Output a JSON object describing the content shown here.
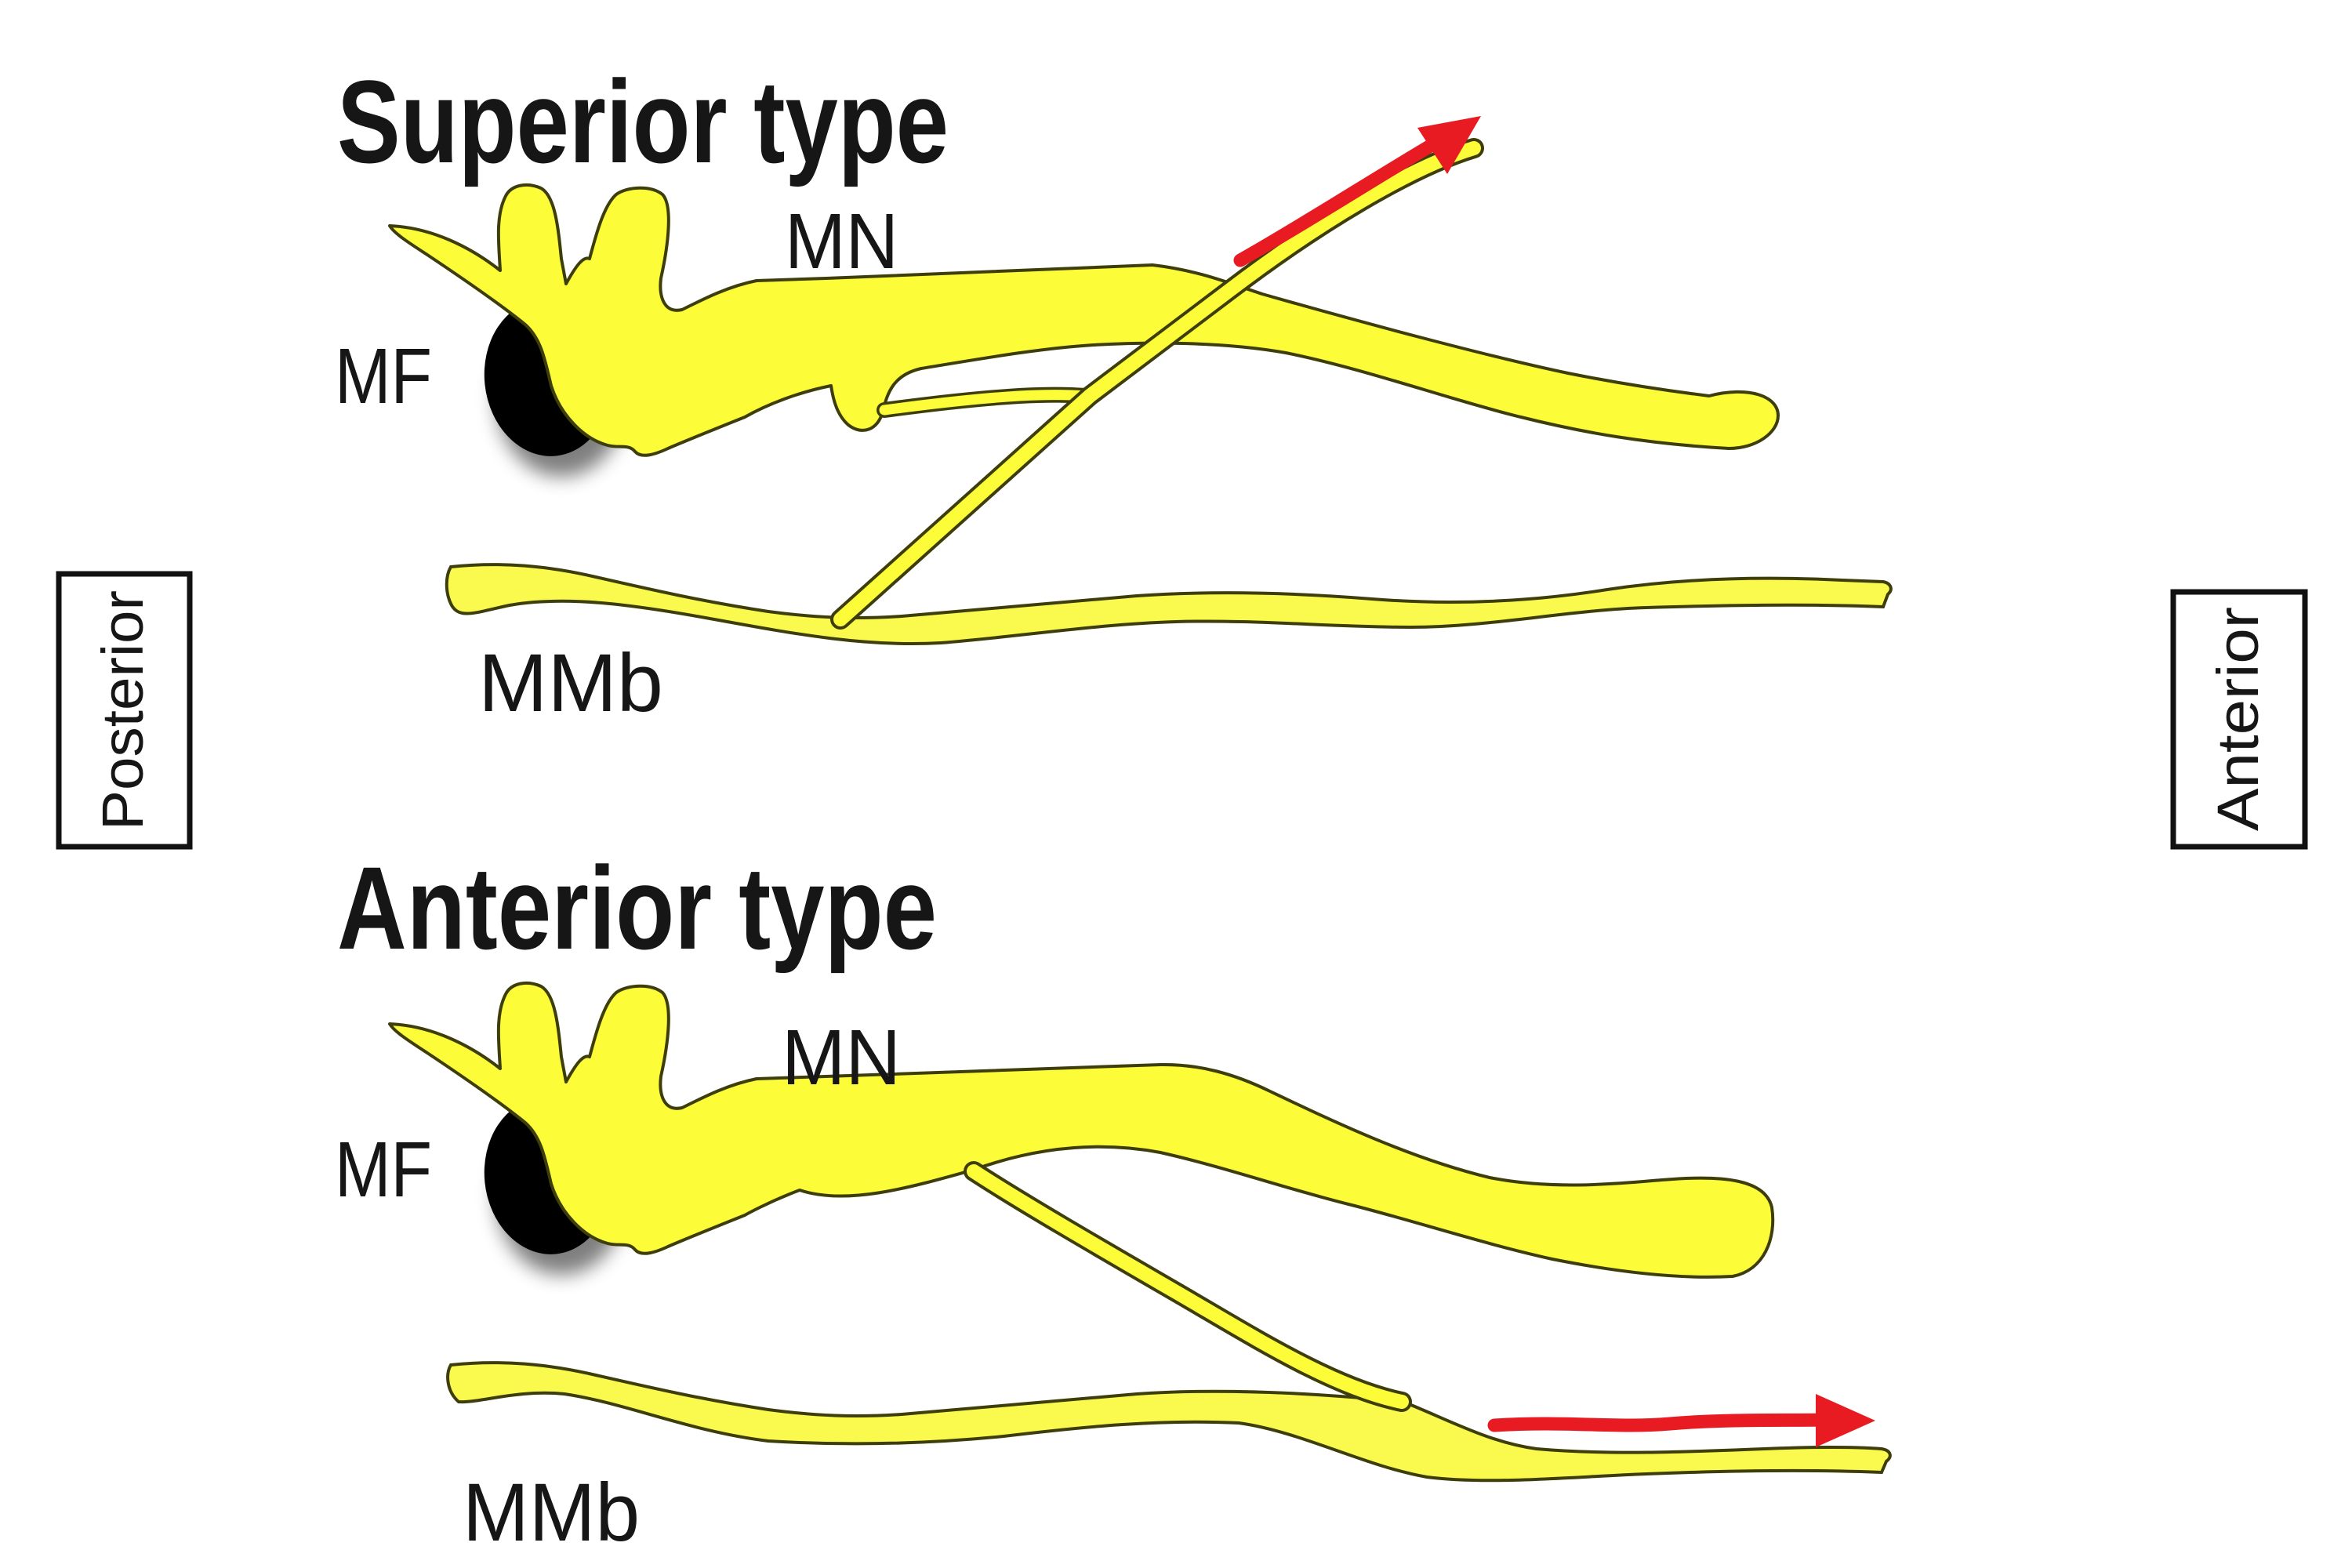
{
  "labels": {
    "superior_title": "Superior type",
    "anterior_title": "Anterior type",
    "mn": "MN",
    "mf": "MF",
    "mmb": "MMb",
    "posterior": "Posterior",
    "anterior": "Anterior"
  },
  "colors": {
    "background": "#FFFFFF",
    "nerve_yellow": "#FCFC39",
    "mmb_yellow": "#FAFA4E",
    "outline": "#3E3E0C",
    "arrow_red": "#E81B22",
    "foramen_black": "#000000",
    "box_border": "#111111",
    "text_black": "#161616"
  },
  "panels": [
    {
      "id": "superior-type",
      "arrow_direction": "up-right"
    },
    {
      "id": "anterior-type",
      "arrow_direction": "right"
    }
  ]
}
